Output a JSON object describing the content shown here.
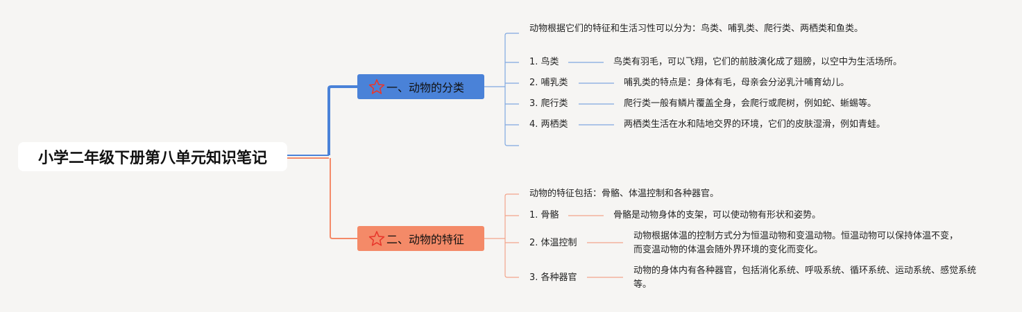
{
  "root": {
    "title": "小学二年级下册第八单元知识笔记"
  },
  "branches": [
    {
      "label": "一、动物的分类",
      "icon": "star-icon",
      "color": "#4a82d8",
      "intro": "动物根据它们的特征和生活习性可以分为：鸟类、哺乳类、爬行类、两栖类和鱼类。",
      "items": [
        {
          "label": "1. 鸟类",
          "detail": "鸟类有羽毛，可以飞翔，它们的前肢演化成了翅膀，以空中为生活场所。"
        },
        {
          "label": "2. 哺乳类",
          "detail": "哺乳类的特点是：身体有毛，母亲会分泌乳汁哺育幼儿。"
        },
        {
          "label": "3. 爬行类",
          "detail": "爬行类一般有鳞片覆盖全身，会爬行或爬树，例如蛇、蜥蜴等。"
        },
        {
          "label": "4. 两栖类",
          "detail": "两栖类生活在水和陆地交界的环境，它们的皮肤湿滑，例如青蛙。"
        }
      ]
    },
    {
      "label": "二、动物的特征",
      "icon": "star-icon",
      "color": "#f48a68",
      "intro": "动物的特征包括：骨骼、体温控制和各种器官。",
      "items": [
        {
          "label": "1. 骨骼",
          "detail": "骨骼是动物身体的支架，可以使动物有形状和姿势。"
        },
        {
          "label": "2. 体温控制",
          "detail": "动物根据体温的控制方式分为恒温动物和变温动物。恒温动物可以保持体温不变，而变温动物的体温会随外界环境的变化而变化。"
        },
        {
          "label": "3. 各种器官",
          "detail": "动物的身体内有各种器官，包括消化系统、呼吸系统、循环系统、运动系统、感觉系统等。"
        }
      ]
    }
  ]
}
